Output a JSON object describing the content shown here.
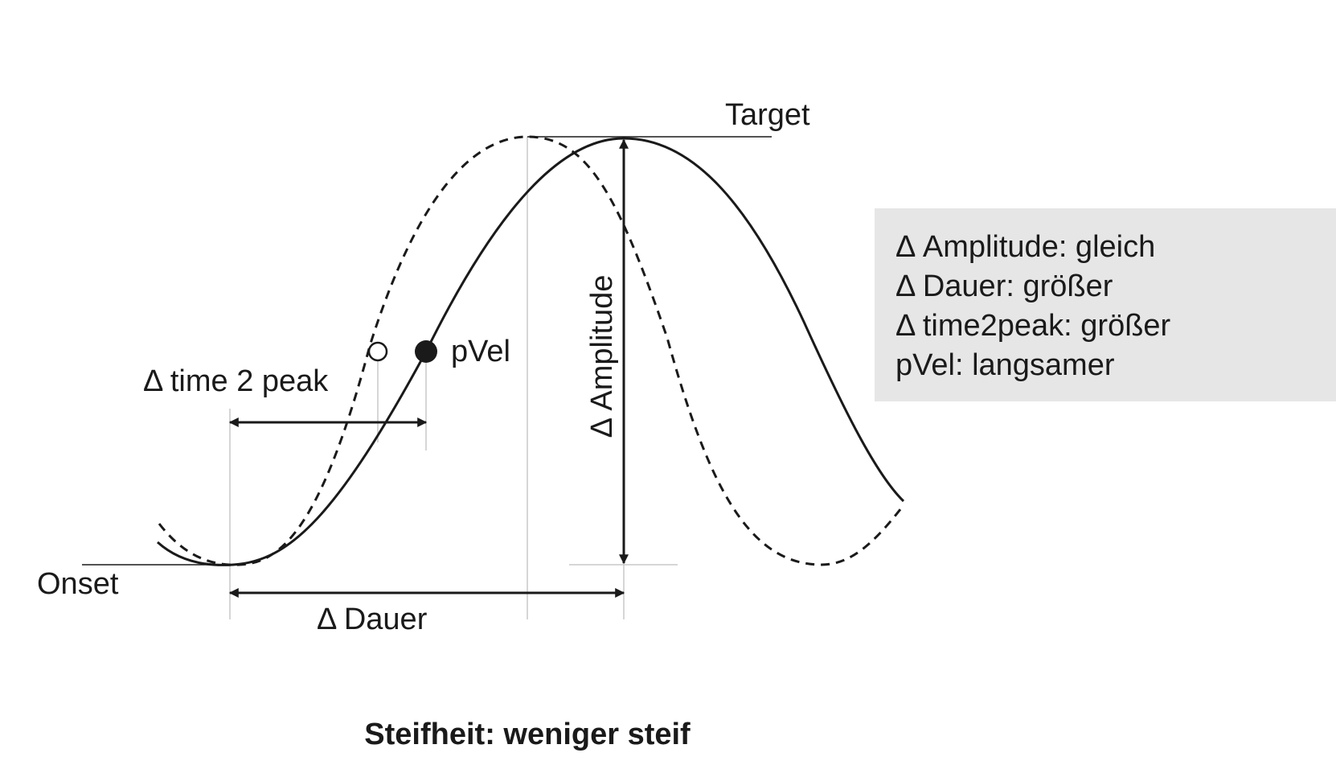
{
  "labels": {
    "target": "Target",
    "onset": "Onset",
    "pvel": "pVel",
    "time2peak": "Δ time 2 peak",
    "dauer": "Δ Dauer",
    "amplitude": "Δ Amplitude"
  },
  "summary": [
    "Δ Amplitude: gleich",
    "Δ Dauer: größer",
    "Δ time2peak: größer",
    "pVel: langsamer"
  ],
  "caption": "Steifheit: weniger steif",
  "colors": {
    "line": "#1a1a1a",
    "guide": "#c8c8c8",
    "box": "#e6e6e6"
  }
}
